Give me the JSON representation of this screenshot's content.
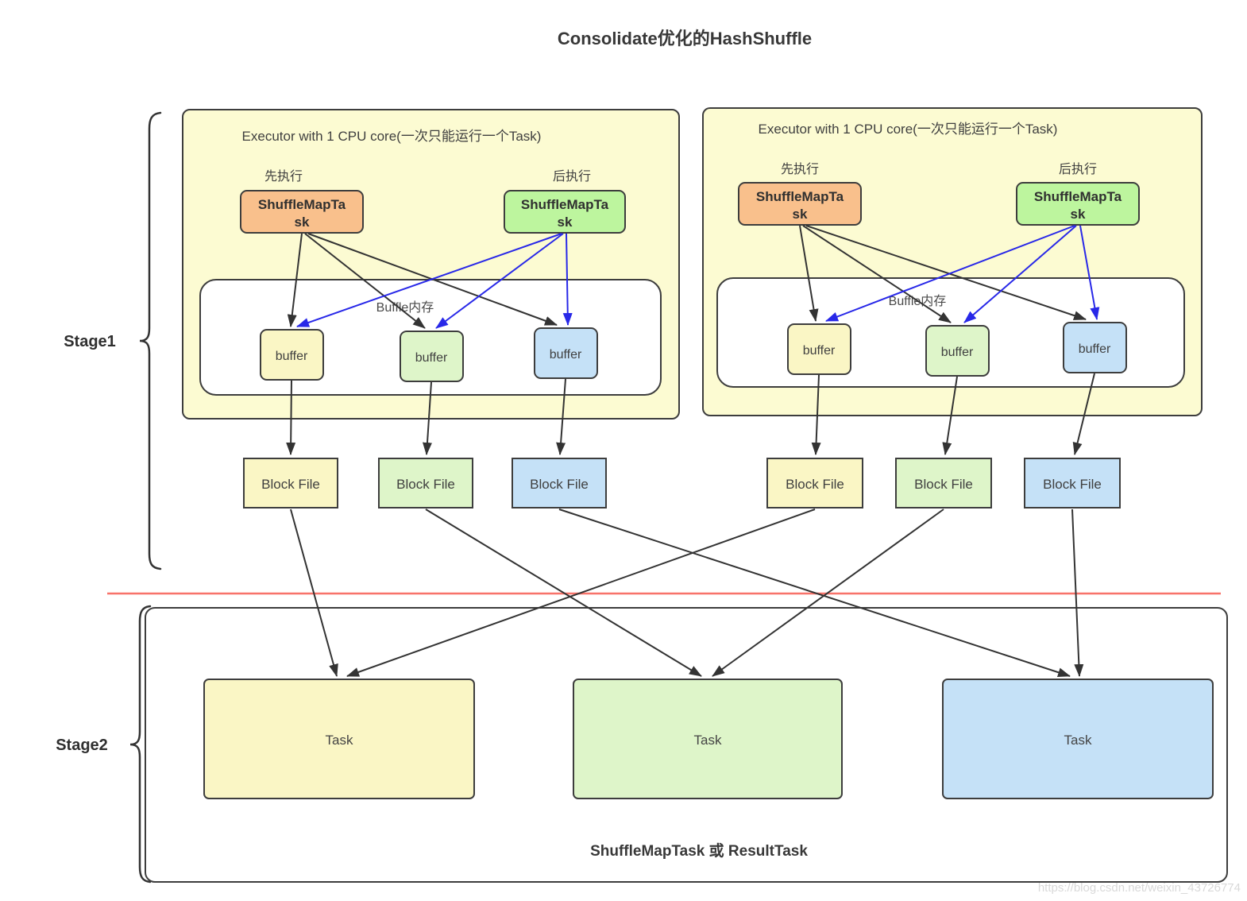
{
  "title": "Consolidate优化的HashShuffle",
  "stage1": {
    "label": "Stage1"
  },
  "stage2": {
    "label": "Stage2",
    "task_label": "Task",
    "footer": "ShuffleMapTask 或 ResultTask"
  },
  "executor": {
    "header": "Executor with 1 CPU core(一次只能运行一个Task)",
    "run_first": "先执行",
    "run_later": "后执行",
    "smt_line1": "ShuffleMapTa",
    "smt_line2": "sk",
    "memory_label": "Buffle内存",
    "buffer_label": "buffer"
  },
  "block_file_label": "Block File",
  "watermark": "https://blog.csdn.net/weixin_43726774",
  "colors": {
    "executor_bg": "#FCFBD2",
    "memory_bg": "#FFFFFF",
    "smt_first_fill": "#F9C08C",
    "smt_later_fill": "#BDF59E",
    "yellow_fill": "#FAF6C5",
    "green_fill": "#DEF5C9",
    "blue_fill": "#C5E1F7",
    "stage2_bg": "#FFFFFF",
    "border": "#3D3D3D",
    "black_arrow": "#333333",
    "blue_arrow": "#2828E8",
    "divider_red": "#F8736A",
    "watermark_gray": "#D9D9D9"
  }
}
